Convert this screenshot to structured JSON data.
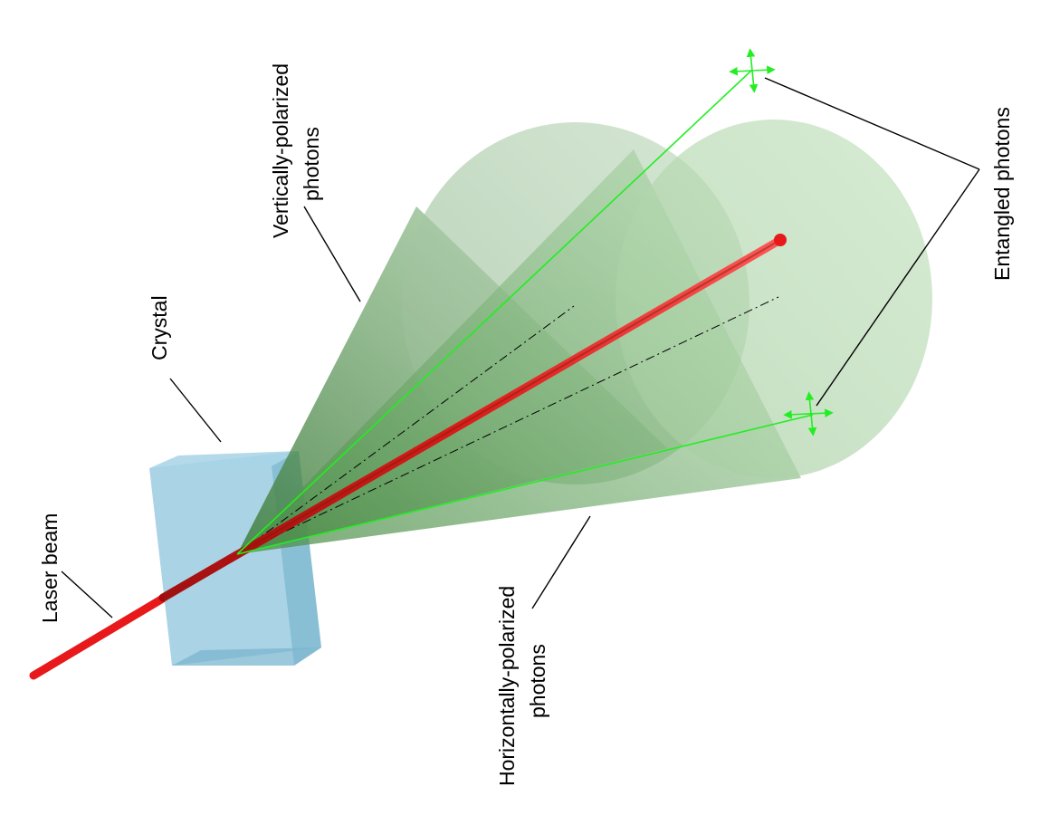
{
  "labels": {
    "vertical_line1": "Vertically-polarized",
    "vertical_line2": "photons",
    "horizontal_line1": "Horizontally-polarized",
    "horizontal_line2": "photons",
    "crystal": "Crystal",
    "laser": "Laser beam",
    "entangled": "Entangled photons"
  },
  "colors": {
    "laser": "#e8191b",
    "crystal": "#8ec5dc",
    "cone": "#6faa6a",
    "cone_light": "#c4e3c0",
    "photon_ray": "#22ee22",
    "polarization_arrows": "#22ee22"
  }
}
